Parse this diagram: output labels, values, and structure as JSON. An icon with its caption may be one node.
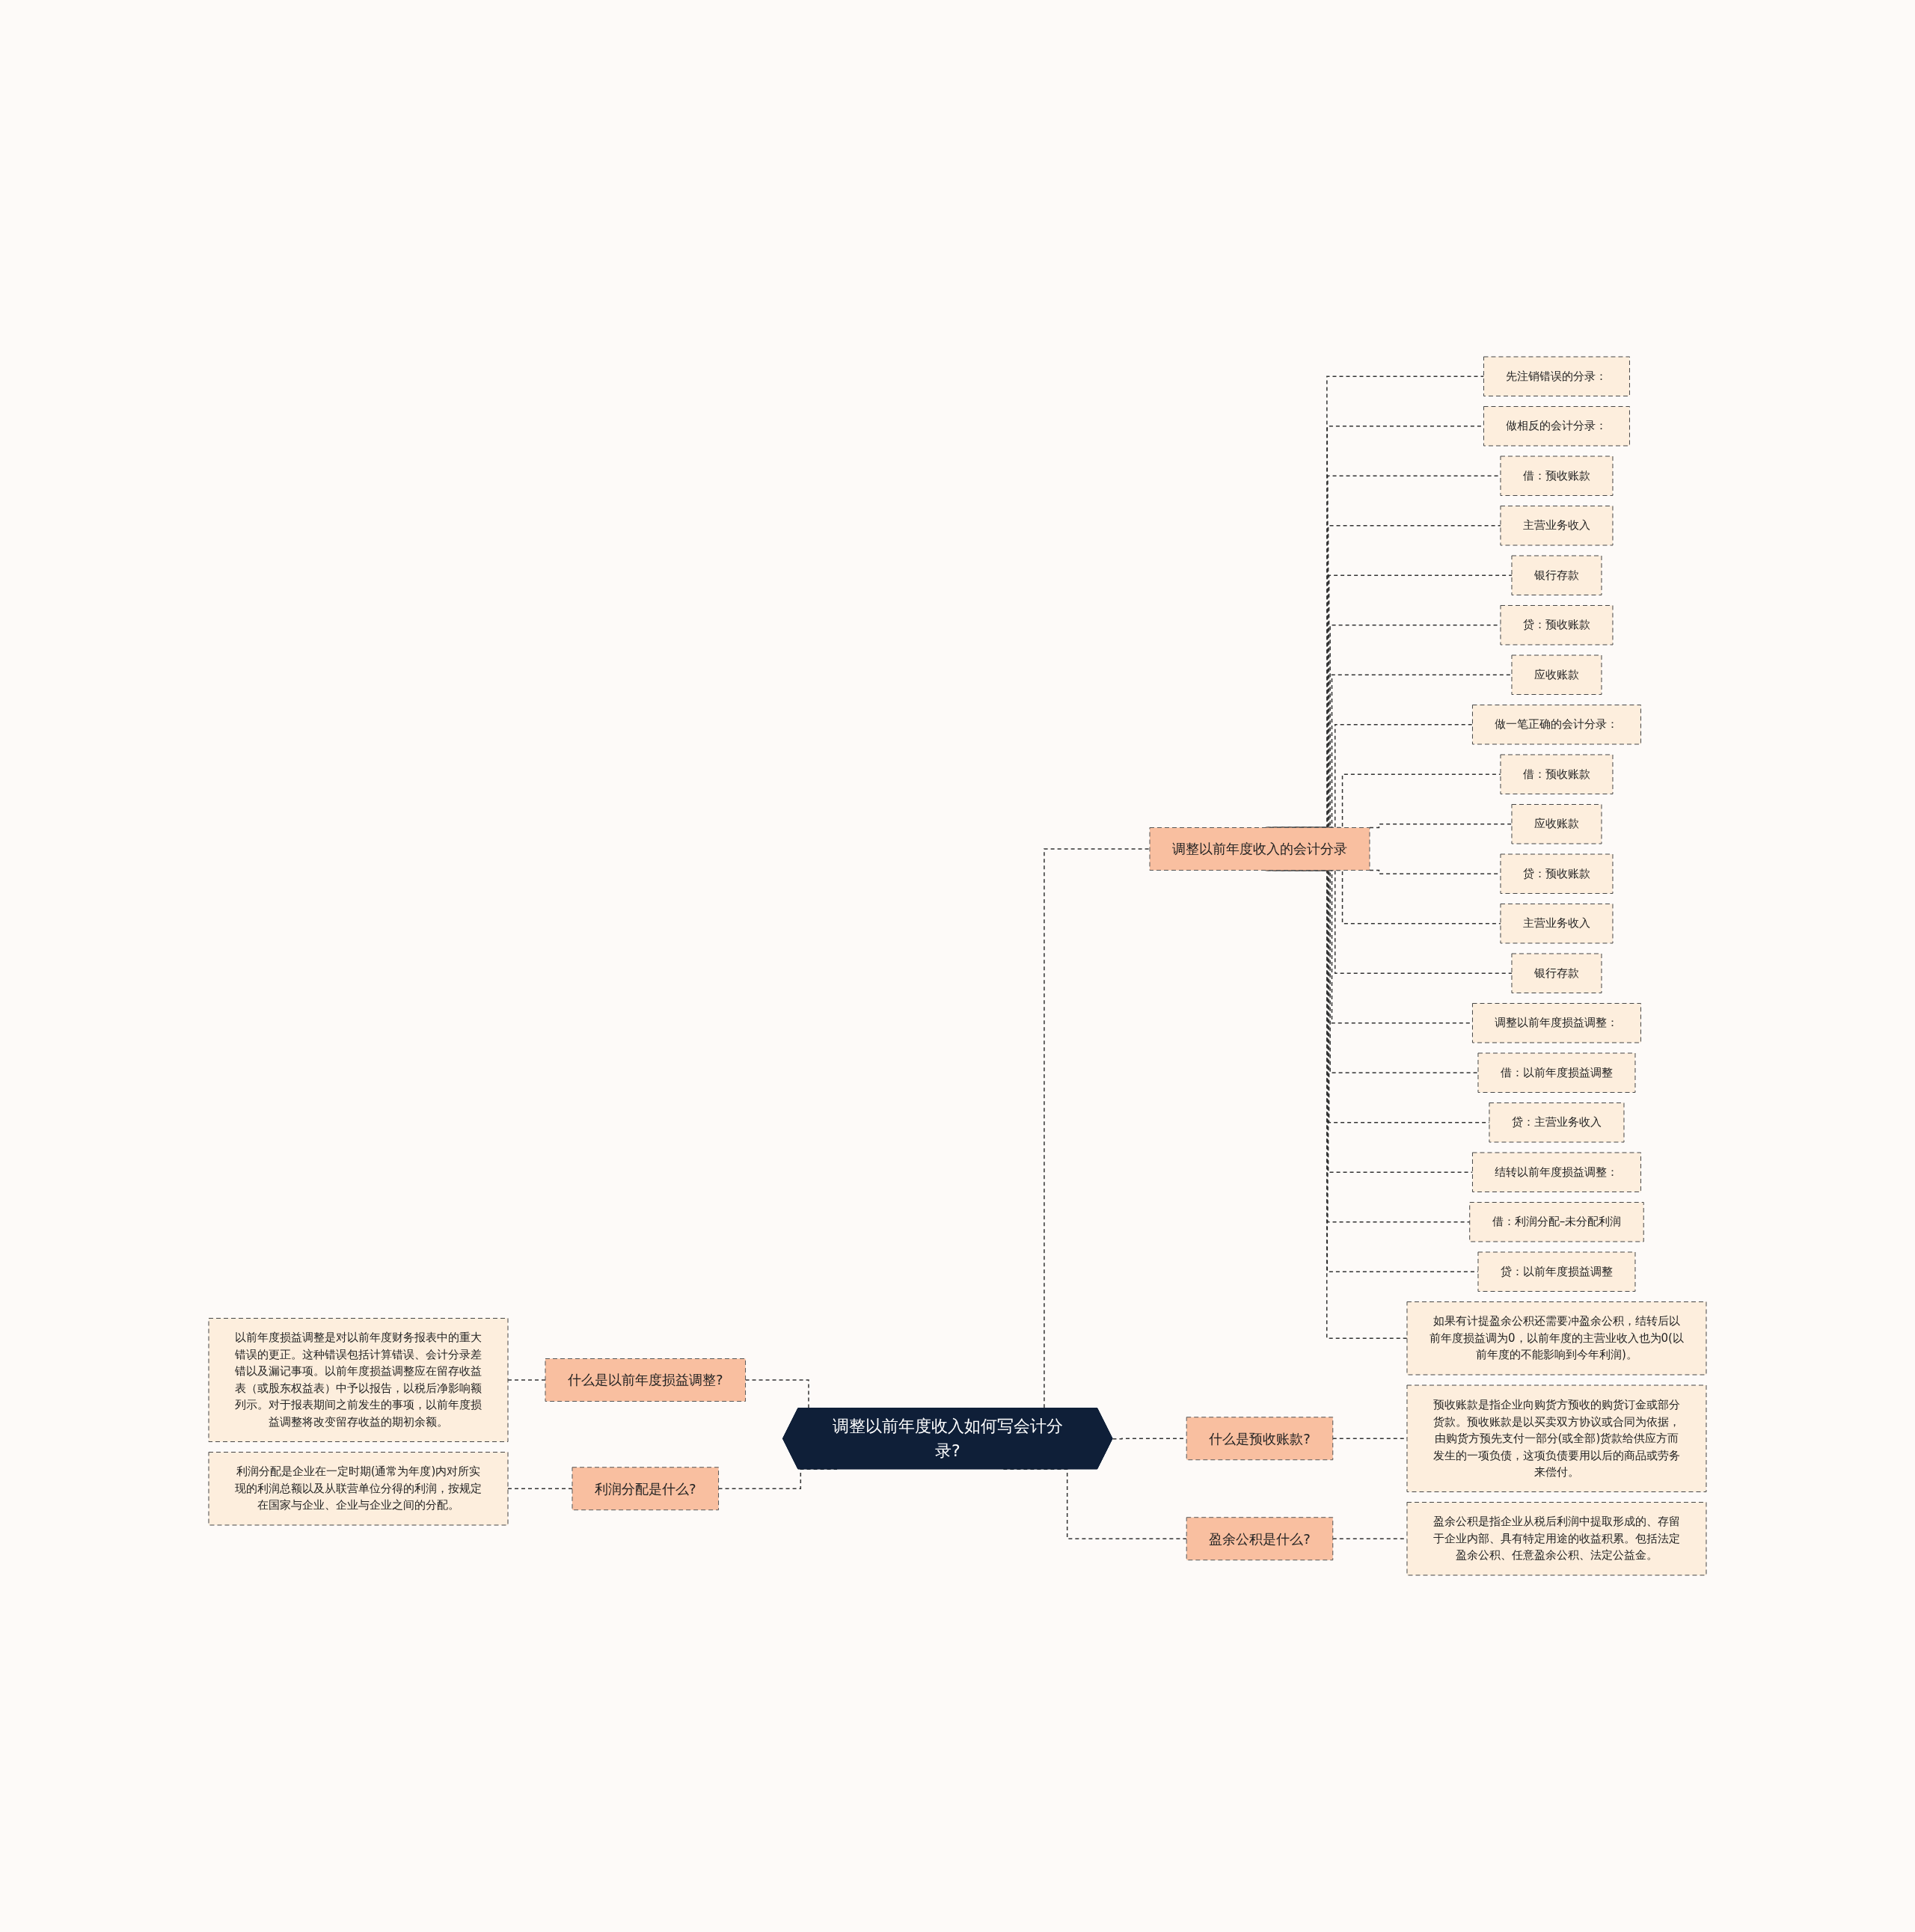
{
  "diagram": {
    "nodes": [
      {
        "text": [
          "调整以前年度收入如何写会计分录?"
        ]
      },
      {
        "text": [
          "什么是以前年度损益调整?"
        ]
      },
      {
        "text": [
          "以前年度损益调整是对以前年度财务报表中的重大错误的更正。这种错误包括计算错误、会计分录差错以及漏记事项。以前年度损益调整应在留存收益表（或股东权益表）中予以报告，以税后净影响额列示。对于报表期间之前发生的事项，以前年度损益调整将改变留存收益的期初余额。"
        ]
      },
      {
        "text": [
          "利润分配是什么?"
        ]
      },
      {
        "text": [
          "利润分配是企业在一定时期(通常为年度)内对所实现的利润总额以及从联营单位分得的利润，按规定在国家与企业、企业与企业之间的分配。"
        ]
      },
      {
        "text": [
          "调整以前年度收入的会计分录"
        ]
      },
      {
        "text": [
          "先注销错误的分录："
        ]
      },
      {
        "text": [
          "做相反的会计分录："
        ]
      },
      {
        "text": [
          "借：预收账款"
        ]
      },
      {
        "text": [
          "主营业务收入"
        ]
      },
      {
        "text": [
          "银行存款"
        ]
      },
      {
        "text": [
          "贷：预收账款"
        ]
      },
      {
        "text": [
          "应收账款"
        ]
      },
      {
        "text": [
          "做一笔正确的会计分录："
        ]
      },
      {
        "text": [
          "借：预收账款"
        ]
      },
      {
        "text": [
          "应收账款"
        ]
      },
      {
        "text": [
          "贷：预收账款"
        ]
      },
      {
        "text": [
          "主营业务收入"
        ]
      },
      {
        "text": [
          "银行存款"
        ]
      },
      {
        "text": [
          "调整以前年度损益调整："
        ]
      },
      {
        "text": [
          "借：以前年度损益调整"
        ]
      },
      {
        "text": [
          "贷：主营业务收入"
        ]
      },
      {
        "text": [
          "结转以前年度损益调整："
        ]
      },
      {
        "text": [
          "借：利润分配–未分配利润"
        ]
      },
      {
        "text": [
          "贷：以前年度损益调整"
        ]
      },
      {
        "text": [
          "如果有计提盈余公积还需要冲盈余公积，结转后以前年度损益调为0，以前年度的主营业收入也为0(以前年度的不能影响到今年利润)。"
        ]
      },
      {
        "text": [
          "什么是预收账款?"
        ]
      },
      {
        "text": [
          "预收账款是指企业向购货方预收的购货订金或部分货款。预收账款是以买卖双方协议或合同为依据，由购货方预先支付一部分(或全部)货款给供应方而发生的一项负债，这项负债要用以后的商品或劳务来偿付。"
        ]
      },
      {
        "text": [
          "盈余公积是什么?"
        ]
      },
      {
        "text": [
          "盈余公积是指企业从税后利润中提取形成的、存留于企业内部、具有特定用途的收益积累。包括法定盈余公积、任意盈余公积、法定公益金。"
        ]
      }
    ],
    "edges": [
      {
        "from": 2,
        "to": 1,
        "arrow": "none"
      },
      {
        "from": 1,
        "to": 0,
        "arrow": "none"
      },
      {
        "from": 4,
        "to": 3,
        "arrow": "none"
      },
      {
        "from": 3,
        "to": 0,
        "arrow": "none"
      },
      {
        "from": 0,
        "to": 5,
        "arrow": "none"
      },
      {
        "from": 5,
        "to": 6,
        "arrow": "none"
      },
      {
        "from": 5,
        "to": 7,
        "arrow": "none"
      },
      {
        "from": 5,
        "to": 8,
        "arrow": "none"
      },
      {
        "from": 5,
        "to": 9,
        "arrow": "none"
      },
      {
        "from": 5,
        "to": 10,
        "arrow": "none"
      },
      {
        "from": 5,
        "to": 11,
        "arrow": "none"
      },
      {
        "from": 5,
        "to": 12,
        "arrow": "none"
      },
      {
        "from": 5,
        "to": 13,
        "arrow": "none"
      },
      {
        "from": 5,
        "to": 14,
        "arrow": "none"
      },
      {
        "from": 5,
        "to": 15,
        "arrow": "none"
      },
      {
        "from": 5,
        "to": 16,
        "arrow": "none"
      },
      {
        "from": 5,
        "to": 17,
        "arrow": "none"
      },
      {
        "from": 5,
        "to": 18,
        "arrow": "none"
      },
      {
        "from": 5,
        "to": 19,
        "arrow": "none"
      },
      {
        "from": 5,
        "to": 20,
        "arrow": "none"
      },
      {
        "from": 5,
        "to": 21,
        "arrow": "none"
      },
      {
        "from": 5,
        "to": 22,
        "arrow": "none"
      },
      {
        "from": 5,
        "to": 23,
        "arrow": "none"
      },
      {
        "from": 5,
        "to": 24,
        "arrow": "none"
      },
      {
        "from": 5,
        "to": 25,
        "arrow": "none"
      },
      {
        "from": 0,
        "to": 26,
        "arrow": "none"
      },
      {
        "from": 26,
        "to": 27,
        "arrow": "none"
      },
      {
        "from": 0,
        "to": 28,
        "arrow": "none"
      },
      {
        "from": 28,
        "to": 29,
        "arrow": "none"
      }
    ]
  }
}
